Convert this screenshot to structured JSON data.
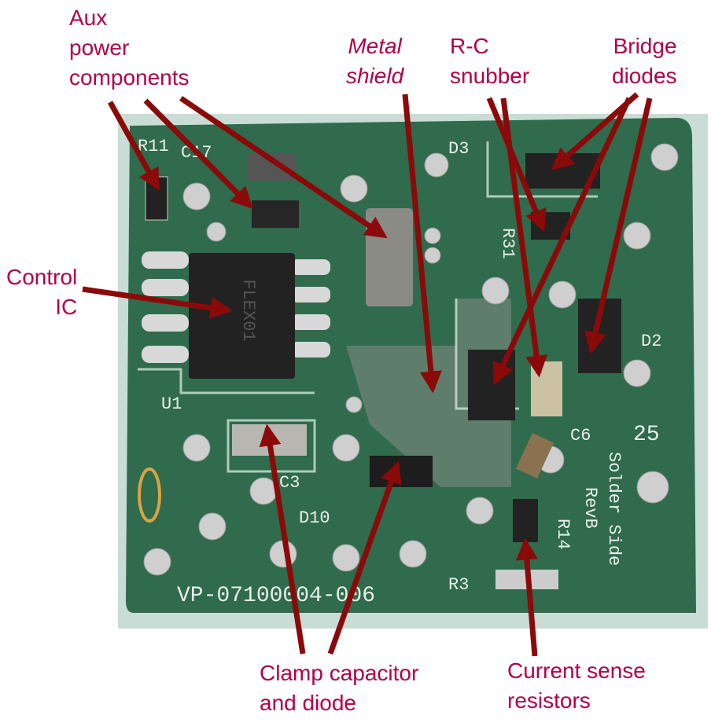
{
  "labels": {
    "aux": [
      "Aux",
      "power",
      "components"
    ],
    "shield": [
      "Metal",
      "shield"
    ],
    "snubber": [
      "R-C",
      "snubber"
    ],
    "bridge": [
      "Bridge",
      "diodes"
    ],
    "control": [
      "Control",
      "IC"
    ],
    "clamp": [
      "Clamp capacitor",
      "and diode"
    ],
    "sense": [
      "Current sense",
      "resistors"
    ]
  },
  "board_markings": {
    "part_number": "VP-07100004-006",
    "ic_marking": "FLEX01",
    "refs": [
      "R11",
      "C17",
      "D3",
      "R31",
      "D2",
      "C6",
      "25",
      "Solder Side",
      "RevB",
      "R14",
      "R3",
      "C3",
      "D10",
      "U1"
    ]
  },
  "colors": {
    "label": "#b0004a",
    "arrow": "#8a0a0a",
    "board": "#2f6b4c"
  }
}
